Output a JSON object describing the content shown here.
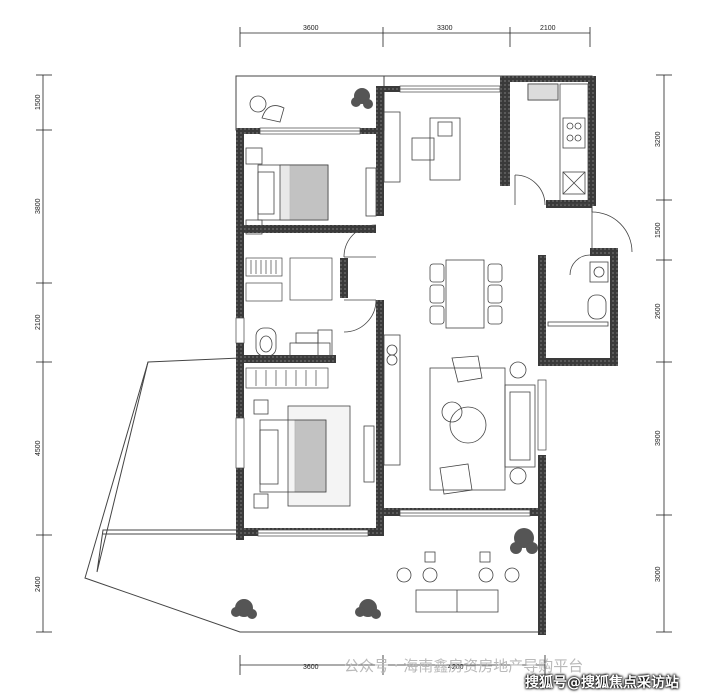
{
  "dimensions": {
    "top": [
      "3600",
      "3300",
      "2100"
    ],
    "bottom": [
      "3600",
      "4200"
    ],
    "left": [
      "1500",
      "3800",
      "2100",
      "4500",
      "2400"
    ],
    "right": [
      "3200",
      "1500",
      "2600",
      "3900",
      "3000"
    ]
  },
  "watermark": {
    "channel": "公众号 · 海南鑫房资房地产导购平台",
    "site": "搜狐号@搜狐焦点采访站"
  },
  "colors": {
    "wall": "#3a3a3a",
    "line": "#444444",
    "dim": "#222222"
  }
}
